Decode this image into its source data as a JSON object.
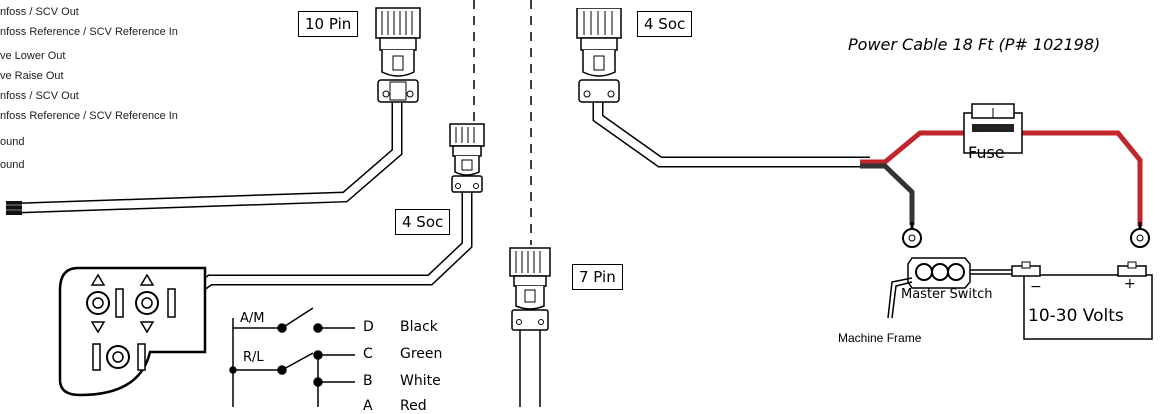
{
  "wire_list": [
    "nfoss / SCV Out",
    "nfoss Reference / SCV Reference In",
    "ve Lower Out",
    "ve Raise Out",
    "nfoss / SCV Out",
    "nfoss Reference / SCV Reference In",
    "ound",
    "ound"
  ],
  "connectors": {
    "pin10": "10 Pin",
    "soc4_mid": "4 Soc",
    "pin7": "7 Pin",
    "soc4_right": "4 Soc"
  },
  "power_cable_title": "Power Cable 18 Ft (P# 102198)",
  "fuse_label": "Fuse",
  "master_switch_label": "Master Switch",
  "machine_frame_label": "Machine Frame",
  "battery": {
    "label": "10-30 Volts",
    "neg": "−",
    "pos": "+"
  },
  "switch_labels": {
    "am": "A/M",
    "rl": "R/L"
  },
  "pins": [
    {
      "letter": "D",
      "color": "Black"
    },
    {
      "letter": "C",
      "color": "Green"
    },
    {
      "letter": "B",
      "color": "White"
    },
    {
      "letter": "A",
      "color": "Red"
    }
  ],
  "colors": {
    "red_wire": "#c0262c",
    "dark_wire": "#333333",
    "line": "#000000"
  }
}
